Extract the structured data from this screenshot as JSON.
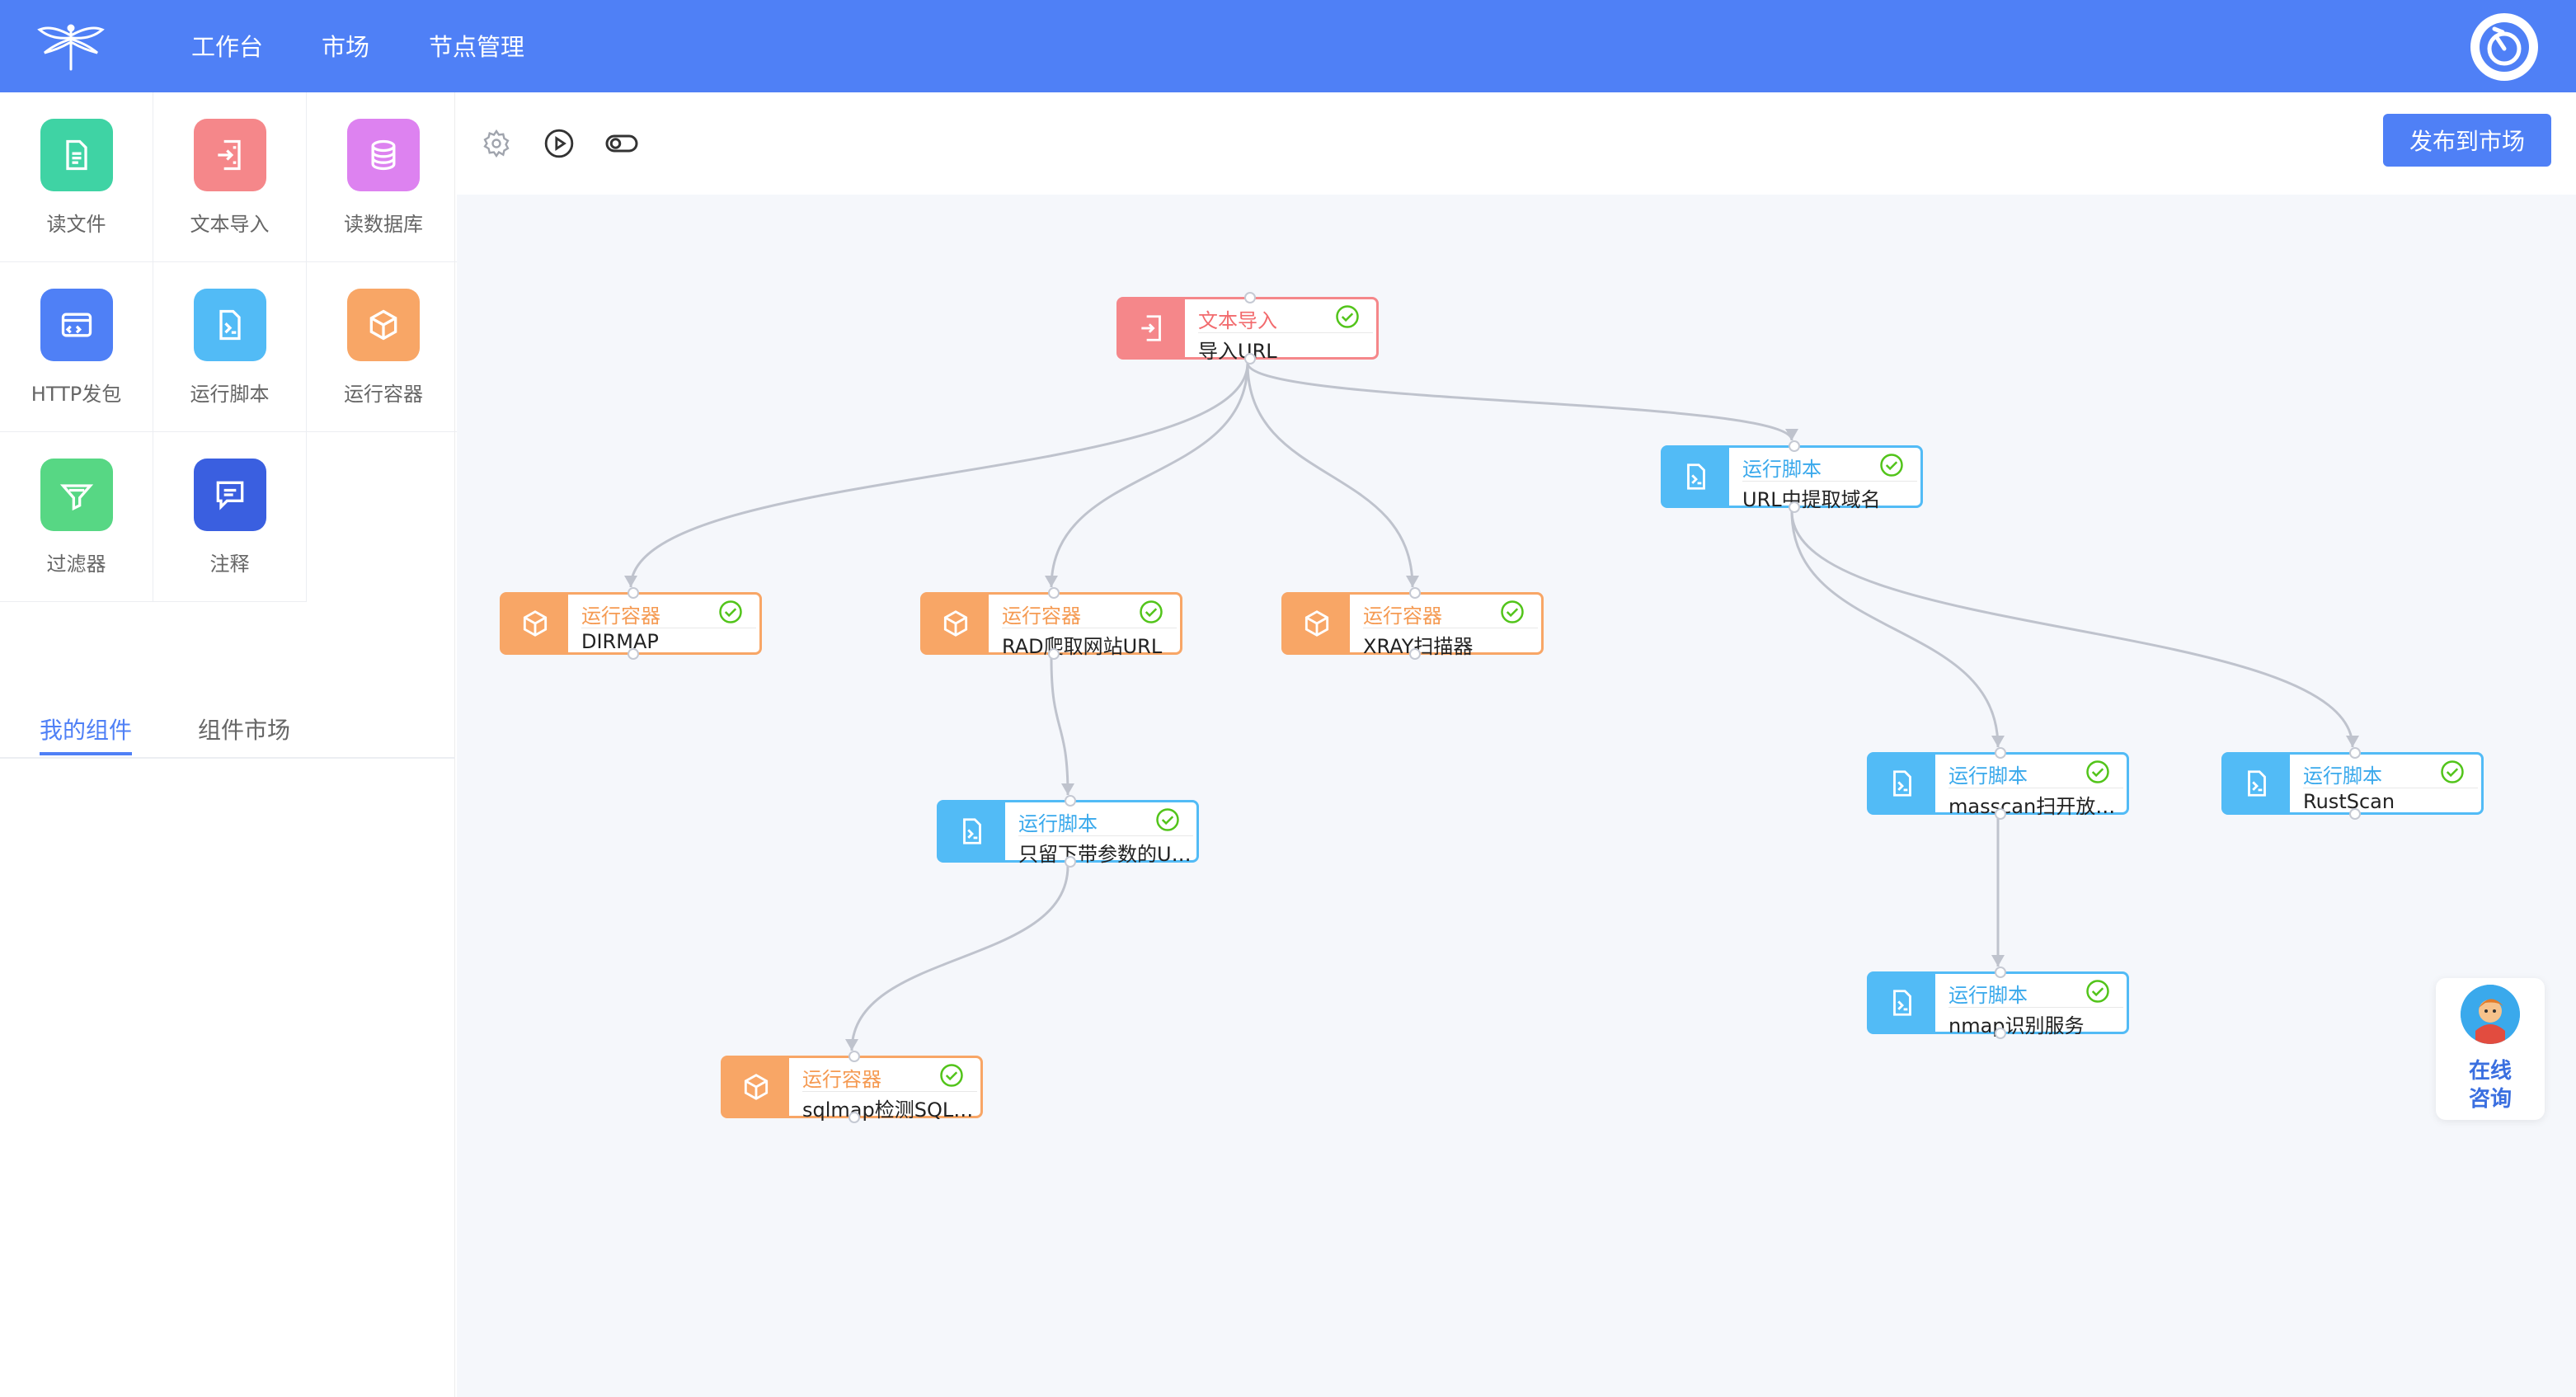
{
  "nav": {
    "items": [
      {
        "label": "工作台"
      },
      {
        "label": "市场"
      },
      {
        "label": "节点管理"
      }
    ]
  },
  "components": [
    {
      "label": "读文件",
      "icon": "document-icon",
      "color": "#3fd3a4"
    },
    {
      "label": "文本导入",
      "icon": "text-import-icon",
      "color": "#f5878a"
    },
    {
      "label": "读数据库",
      "icon": "database-icon",
      "color": "#dd82f0"
    },
    {
      "label": "HTTP发包",
      "icon": "http-packet-icon",
      "color": "#4f80f6"
    },
    {
      "label": "运行脚本",
      "icon": "script-icon",
      "color": "#52bbf6"
    },
    {
      "label": "运行容器",
      "icon": "container-icon",
      "color": "#f8a666"
    },
    {
      "label": "过滤器",
      "icon": "filter-icon",
      "color": "#57d784"
    },
    {
      "label": "注释",
      "icon": "comment-icon",
      "color": "#3a5fe0"
    }
  ],
  "component_tabs": [
    {
      "label": "我的组件",
      "active": true
    },
    {
      "label": "组件市场",
      "active": false
    }
  ],
  "toolbar": {
    "publish_label": "发布到市场",
    "icons": [
      "settings-icon",
      "play-icon",
      "toggle-icon"
    ]
  },
  "flow": {
    "nodes": [
      {
        "id": "n1",
        "type": "文本导入",
        "name": "导入URL",
        "color": "red",
        "icon": "text-import-icon",
        "status": "success"
      },
      {
        "id": "n2",
        "type": "运行脚本",
        "name": "URL中提取域名",
        "color": "blue",
        "icon": "script-icon",
        "status": "success"
      },
      {
        "id": "n3",
        "type": "运行容器",
        "name": "DIRMAP",
        "color": "orange",
        "icon": "container-icon",
        "status": "success"
      },
      {
        "id": "n4",
        "type": "运行容器",
        "name": "RAD爬取网站URL",
        "color": "orange",
        "icon": "container-icon",
        "status": "success"
      },
      {
        "id": "n5",
        "type": "运行容器",
        "name": "XRAY扫描器",
        "color": "orange",
        "icon": "container-icon",
        "status": "success"
      },
      {
        "id": "n6",
        "type": "运行脚本",
        "name": "只留下带参数的URL",
        "color": "blue",
        "icon": "script-icon",
        "status": "success"
      },
      {
        "id": "n7",
        "type": "运行容器",
        "name": "sqlmap检测SQL注入",
        "color": "orange",
        "icon": "container-icon",
        "status": "success"
      },
      {
        "id": "n8",
        "type": "运行脚本",
        "name": "masscan扫开放端口",
        "color": "blue",
        "icon": "script-icon",
        "status": "success"
      },
      {
        "id": "n9",
        "type": "运行脚本",
        "name": "RustScan",
        "color": "blue",
        "icon": "script-icon",
        "status": "success"
      },
      {
        "id": "n10",
        "type": "运行脚本",
        "name": "nmap识别服务",
        "color": "blue",
        "icon": "script-icon",
        "status": "success"
      }
    ],
    "edges": [
      [
        "n1",
        "n2"
      ],
      [
        "n1",
        "n3"
      ],
      [
        "n1",
        "n4"
      ],
      [
        "n1",
        "n5"
      ],
      [
        "n4",
        "n6"
      ],
      [
        "n6",
        "n7"
      ],
      [
        "n2",
        "n8"
      ],
      [
        "n2",
        "n9"
      ],
      [
        "n8",
        "n10"
      ]
    ]
  },
  "consult": {
    "label_line1": "在线",
    "label_line2": "咨询"
  },
  "colors": {
    "primary": "#4f80f6",
    "canvas": "#f5f7fb",
    "success": "#52c41a"
  }
}
